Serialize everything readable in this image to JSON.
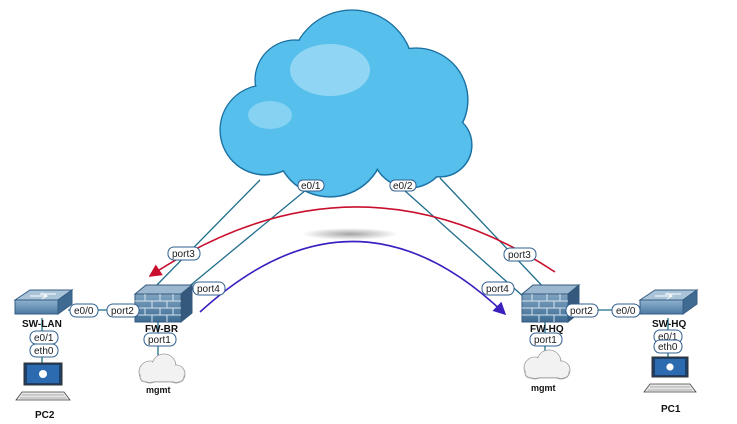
{
  "colors": {
    "link": "#1f6e8c",
    "arrow_red": "#c8102e",
    "arrow_blue": "#3b1fbf",
    "port_border": "#2f5f8f",
    "cloud": "#49b6e6"
  },
  "devices": {
    "sw_lan": "SW-LAN",
    "fw_br": "FW-BR",
    "fw_hq": "FW-HQ",
    "sw_hq": "SW-HQ",
    "pc2": "PC2",
    "pc1": "PC1",
    "mgmt_left": "mgmt",
    "mgmt_right": "mgmt"
  },
  "ports": {
    "br_port3": "port3",
    "br_port4": "port4",
    "br_port2": "port2",
    "br_port1": "port1",
    "sw_lan_e00": "e0/0",
    "sw_lan_e01": "e0/1",
    "pc2_eth0": "eth0",
    "hq_port3": "port3",
    "hq_port4": "port4",
    "hq_port2": "port2",
    "hq_port1": "port1",
    "sw_hq_e00": "e0/0",
    "sw_hq_e01": "e0/1",
    "pc1_eth0": "eth0",
    "cloud_left": "e0/1",
    "cloud_right": "e0/2"
  },
  "icons": {
    "cloud": "internet-cloud-icon",
    "firewall": "firewall-icon",
    "switch": "switch-icon",
    "pc": "apple-pc-icon",
    "mgmt": "mgmt-cloud-icon"
  }
}
